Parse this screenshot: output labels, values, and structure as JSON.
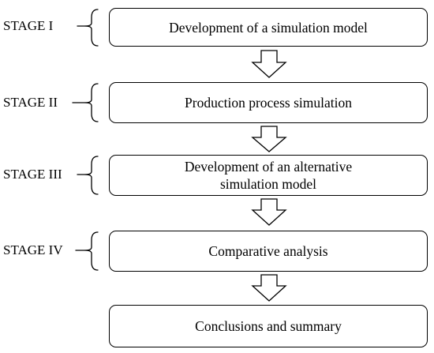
{
  "stages": [
    {
      "label": "STAGE I",
      "box_text": "Development of a simulation model"
    },
    {
      "label": "STAGE II",
      "box_text": "Production process simulation"
    },
    {
      "label": "STAGE III",
      "box_text": "Development of an alternative\nsimulation model"
    },
    {
      "label": "STAGE IV",
      "box_text": "Comparative analysis"
    }
  ],
  "final_step": {
    "box_text": "Conclusions and summary"
  },
  "colors": {
    "stroke": "#000000",
    "fill": "#ffffff"
  }
}
